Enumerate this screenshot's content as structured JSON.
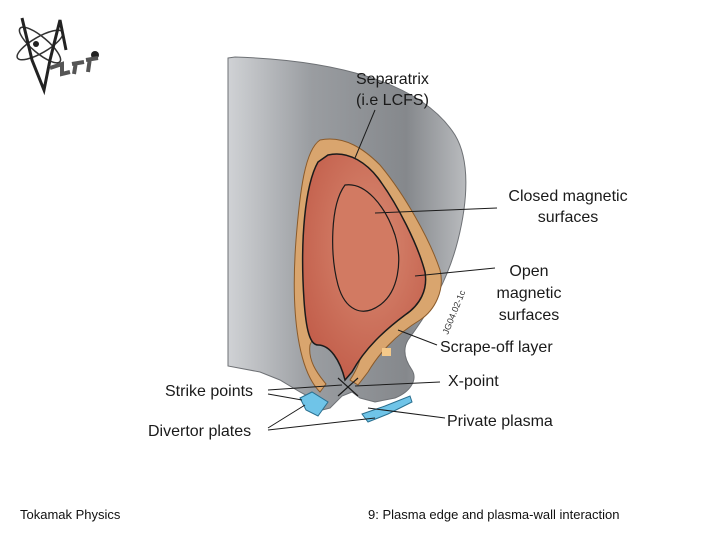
{
  "labels": {
    "separatrix": [
      "Separatrix",
      "(i.e LCFS)"
    ],
    "closed": [
      "Closed magnetic",
      "surfaces"
    ],
    "open": [
      "Open",
      "magnetic",
      "surfaces"
    ],
    "scrape_off": "Scrape-off layer",
    "x_point": "X-point",
    "strike_points": "Strike points",
    "private_plasma": "Private plasma",
    "divertor_plates": "Divertor plates",
    "figure_code": "JG04.02-1c"
  },
  "footer": {
    "left": "Tokamak Physics",
    "right": "9: Plasma edge and plasma-wall interaction"
  },
  "colors": {
    "vessel": "#8f9296",
    "vessel_light": "#c2c4c7",
    "sol": "#d9a56e",
    "plasma": "#c8614d",
    "core": "#d27a62",
    "divertor_plate": "#6fc4e8"
  }
}
